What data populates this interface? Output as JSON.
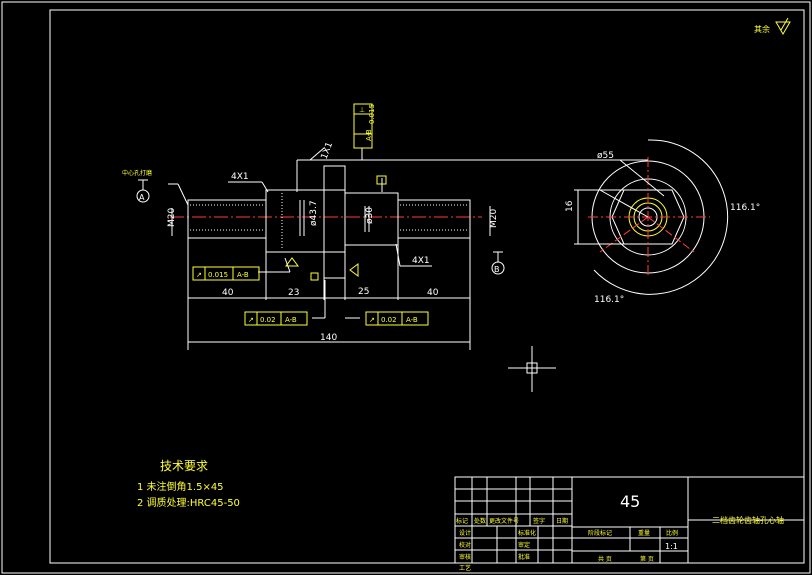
{
  "colors": {
    "background": "#000000",
    "line": "#ffffff",
    "dim": "#ffffff",
    "centerline": "#ff3b3b",
    "annotation": "#ffff33",
    "crosshair": "#ffffff"
  },
  "drawing": {
    "corner_note": "其余",
    "datum_note": "中心孔打磨",
    "datum_a": "A",
    "datum_b": "B",
    "dims": {
      "m20_left": "M20",
      "m20_right": "M20",
      "chamfer_left": "4X1",
      "chamfer_right": "4X1",
      "chamfer_top": "1X1",
      "dia_437": "ø43.7",
      "dia_30": "ø30",
      "len_40_left": "40",
      "len_23": "23",
      "len_25": "25",
      "len_40_right": "40",
      "len_total": "140",
      "dia_55": "ø55",
      "dim_16": "16",
      "angle_right": "116.1°",
      "angle_bottom": "116.1°"
    },
    "tolerances": {
      "top_sym": "⊥",
      "top_value": "0.015",
      "top_datum": "A-B",
      "left_sym": "↗",
      "left_value": "0.015",
      "left_datum": "A-B",
      "bottom_left_sym": "↗",
      "bottom_left_value": "0.02",
      "bottom_left_datum": "A-B",
      "bottom_right_sym": "↗",
      "bottom_right_value": "0.02",
      "bottom_right_datum": "A-B"
    }
  },
  "tech_requirements": {
    "title": "技术要求",
    "items": [
      "1  未注倒角1.5×45",
      "2  调质处理:HRC45-50"
    ]
  },
  "title_block": {
    "material": "45",
    "part_name": "二档齿轮齿轴孔心轴",
    "history_headers": [
      "标记",
      "处数",
      "更改文件号",
      "签字",
      "日期"
    ],
    "roles_left": [
      "设计",
      "校对",
      "审核",
      "工艺"
    ],
    "roles_mid": [
      "标准化",
      "审定",
      "批准"
    ],
    "stage_label": "阶段标记",
    "weight_label": "重量",
    "scale_label": "比例",
    "scale": "1:1",
    "sheet_total": "共 页",
    "sheet_no": "第 页"
  }
}
